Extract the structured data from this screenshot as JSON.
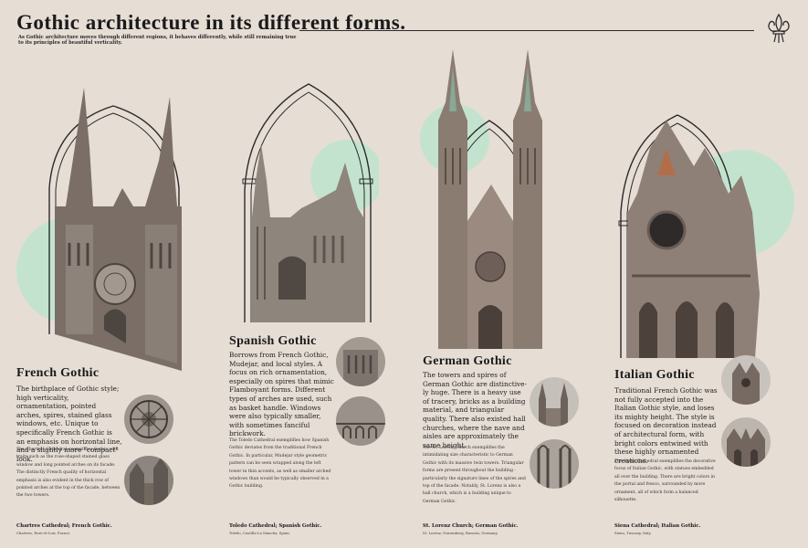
{
  "header": {
    "title": "Gothic architecture in its different forms.",
    "subtitle": "As Gothic architecture moves through different regions, it behaves differently, while still remaining true to its principles of beautiful verticality."
  },
  "colors": {
    "background": "#e6ddd5",
    "accent_mint": "#c4e3cf",
    "ink": "#1e1e1e"
  },
  "sections": [
    {
      "heading": "French Gothic",
      "description": "The birthplace of Gothic style; high verticality, ornamentation, pointed arches, spires, stained glass windows, etc. Unique to specifically French Gothic is an emphasis on horizontal line, and a slightly more \"compact\" look.",
      "small_text": "The Chartres Cathedral exemplifies Gothic with traits such as the rose-shaped stained glass window and long pointed arches on its facade. The distinctly French quality of horizontal emphasis is also evident in the thick row of pointed arches at the top of the facade, between the two towers.",
      "caption": "Chartres Cathedral; French Gothic.",
      "caption_detail": "Chartres, Eure-et-Loir, France."
    },
    {
      "heading": "Spanish Gothic",
      "description": "Borrows from French Gothic, Mudejar, and local styles. A focus on rich ornamentation, especially on spires that mimic Flamboyant forms. Different types of arches are used, such as basket handle. Windows were also typically smaller, with sometimes fanciful brickwork.",
      "small_text": "The Toledo Cathedral exemplifies how Spanish Gothic deviates from the traditional French Gothic. In particular, Mudejar style geometric pattern can be seen wrapped along the left tower in thin accents, as well as smaller arched windows than would be typically observed in a Gothic building.",
      "caption": "Toledo Cathedral; Spanish Gothic.",
      "caption_detail": "Toledo, Castilla-La Mancha, Spain."
    },
    {
      "heading": "German Gothic",
      "description": "The towers and spires of German Gothic are distinctive-ly huge. There is a heavy use of tracery, bricks as a building material, and triangular quality. There also existed hall churches, where the nave and aisles are approximately the same height.",
      "small_text": "The St. Lorenz Church exemplifies the intimidating size characteristic to German Gothic with its massive twin towers. Triangular forms are present throughout the building - particularly the signature lines of the spires and top of the facade. Notably, St. Lorenz is also a hall church, which is a building unique to German Gothic.",
      "caption": "St. Lorenz Church; German Gothic.",
      "caption_detail": "St. Lorenz, Nuremberg, Bavaria, Germany."
    },
    {
      "heading": "Italian Gothic",
      "description": "Traditional French Gothic was not fully accepted into the Italian Gothic style, and loses its mighty height. The style is focused on decoration instead of architectural form, with bright colors entwined with these highly ornamented creations.",
      "small_text": "The Siena Cathedral exemplifies the decorative focus of Italian Gothic, with statues embedded all over the building. There are bright colors in the portal and fresco, surrounded by more ornament, all of which form a balanced silhouette.",
      "caption": "Siena Cathedral; Italian Gothic.",
      "caption_detail": "Siena, Tuscany, Italy."
    }
  ]
}
